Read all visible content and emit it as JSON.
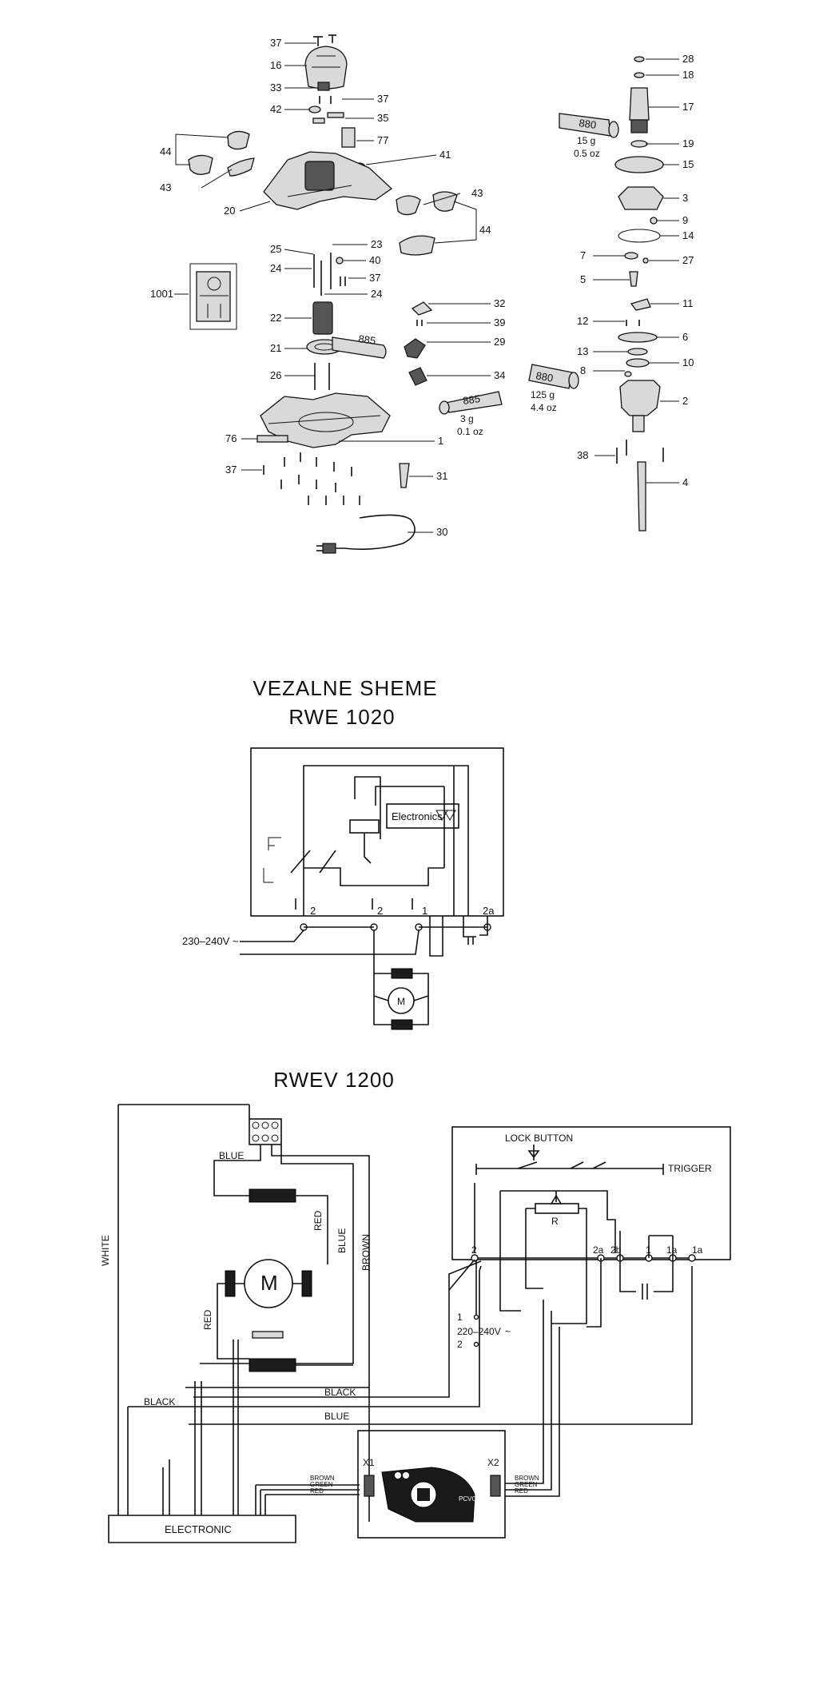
{
  "exploded_view": {
    "callouts": [
      "37",
      "16",
      "33",
      "37",
      "42",
      "35",
      "77",
      "41",
      "44",
      "43",
      "20",
      "43",
      "44",
      "25",
      "23",
      "24",
      "40",
      "37",
      "24",
      "1001",
      "22",
      "32",
      "39",
      "21",
      "885",
      "29",
      "26",
      "34",
      "885",
      "76",
      "1",
      "37",
      "31",
      "30",
      "28",
      "18",
      "17",
      "880",
      "19",
      "15",
      "3",
      "9",
      "14",
      "7",
      "27",
      "5",
      "11",
      "12",
      "6",
      "13",
      "10",
      "8",
      "880",
      "2",
      "38",
      "4"
    ],
    "grease": [
      {
        "code": "880",
        "qty_g": "15 g",
        "qty_oz": "0.5 oz"
      },
      {
        "code": "885",
        "qty_g": "3 g",
        "qty_oz": "0.1 oz"
      },
      {
        "code": "880",
        "qty_g": "125 g",
        "qty_oz": "4.4 oz"
      }
    ]
  },
  "wiring_rwe": {
    "title": "VEZALNE SHEME",
    "model": "RWE 1020",
    "electronics_label": "Electronics",
    "supply_label": "230–240V ~",
    "terminals": [
      "2",
      "2",
      "1",
      "2a"
    ],
    "motor_label": "M"
  },
  "wiring_rwev": {
    "model": "RWEV 1200",
    "wire_labels": {
      "white": "WHITE",
      "blue_top": "BLUE",
      "red_right": "RED",
      "blue_right": "BLUE",
      "brown": "BROWN",
      "red_left": "RED",
      "black_left": "BLACK",
      "black_mid": "BLACK",
      "blue_mid": "BLUE"
    },
    "motor_label": "M",
    "electronic_label": "ELECTRONIC",
    "lock_button": "LOCK BUTTON",
    "trigger": "TRIGGER",
    "resistor": "R",
    "supply": "220–240V",
    "supply_terms": [
      "1",
      "2"
    ],
    "switch_terminals": [
      "2",
      "2a",
      "2b",
      "1",
      "1a",
      "1a"
    ],
    "pcb": {
      "x1": "X1",
      "x2": "X2",
      "wires": [
        "BROWN",
        "GREEN",
        "RED"
      ],
      "chip": "PCVCC"
    }
  }
}
